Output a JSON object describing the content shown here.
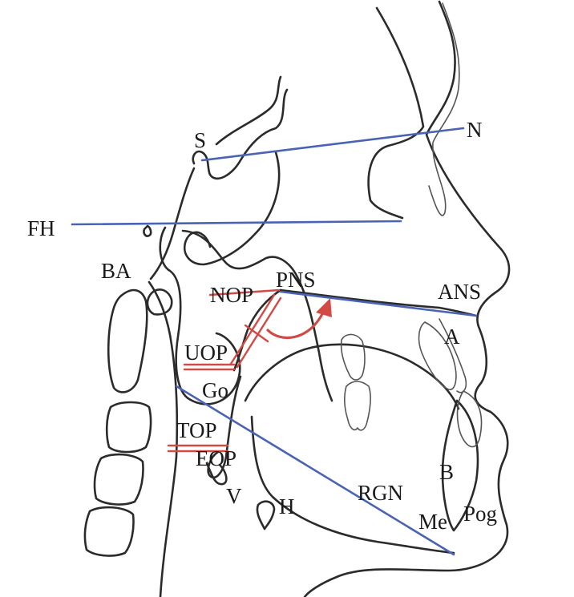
{
  "colors": {
    "reference_line": "#4a63b5",
    "airway_measure": "#d24a45",
    "outline": "#2b2b2b"
  },
  "landmarks": {
    "S": "S",
    "N": "N",
    "FH": "FH",
    "BA": "BA",
    "PNS": "PNS",
    "NOP": "NOP",
    "ANS": "ANS",
    "A": "A",
    "UOP": "UOP",
    "Go": "Go",
    "TOP": "TOP",
    "EOP": "EOP",
    "V": "V",
    "H": "H",
    "RGN": "RGN",
    "B": "B",
    "Me": "Me",
    "Pog": "Pog"
  }
}
